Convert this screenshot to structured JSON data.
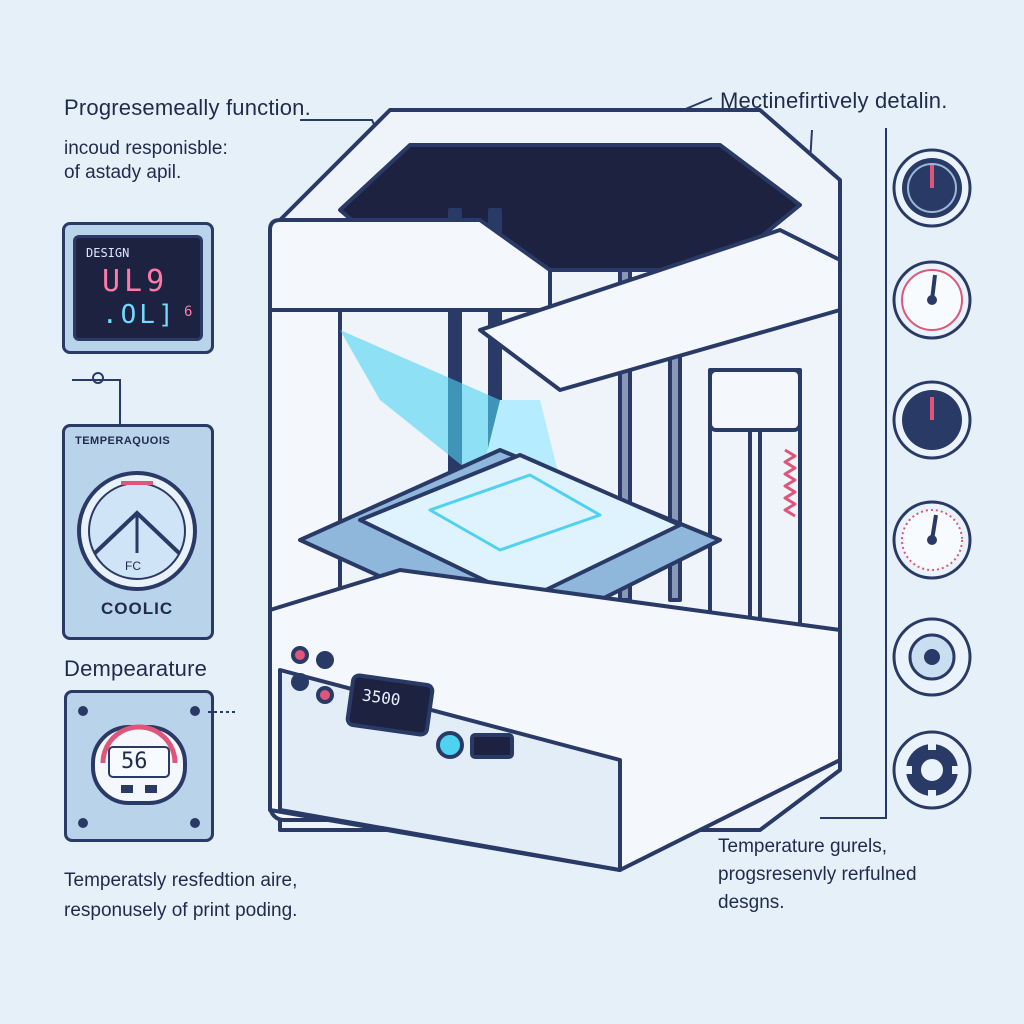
{
  "labels": {
    "top_left_title": "Progresemeally function.",
    "top_left_sub_line1": "incoud responisble:",
    "top_left_sub_line2": "of astady apil.",
    "top_right_title": "Mectinefirtively detalin.",
    "left_mid_title": "Dempearature",
    "bottom_left_line1": "Temperatsly resfedtion aire,",
    "bottom_left_line2": "responusely of print poding.",
    "bottom_right_line1": "Temperature gurels,",
    "bottom_right_line2": "progsresenvly  rerfulned",
    "bottom_right_line3": "desgns."
  },
  "panels": {
    "design_display": {
      "label": "DESIGN",
      "value": "UL9",
      "value2": ".OL]",
      "suffix": "6"
    },
    "temperature_gauge": {
      "title": "TEMPERAQUOIS",
      "unit": "FC",
      "caption": "COOLIC"
    },
    "temp_readout": {
      "value": "56"
    }
  },
  "printer": {
    "display_value": "3500",
    "buttons": [
      "red-button",
      "dark-button",
      "dark-button",
      "red-button"
    ]
  },
  "gauges": [
    {
      "name": "gauge-1",
      "needle": "pink"
    },
    {
      "name": "gauge-2",
      "needle": "dark"
    },
    {
      "name": "gauge-3",
      "needle": "pink"
    },
    {
      "name": "gauge-4",
      "needle": "dark"
    },
    {
      "name": "knob-5",
      "needle": "none"
    },
    {
      "name": "gear-6",
      "needle": "none"
    }
  ],
  "colors": {
    "background": "#e6f0f8",
    "outline": "#2a3a66",
    "accent_pink": "#e0557a",
    "accent_cyan": "#4fd2f0",
    "panel_blue": "#b9d3ea"
  }
}
